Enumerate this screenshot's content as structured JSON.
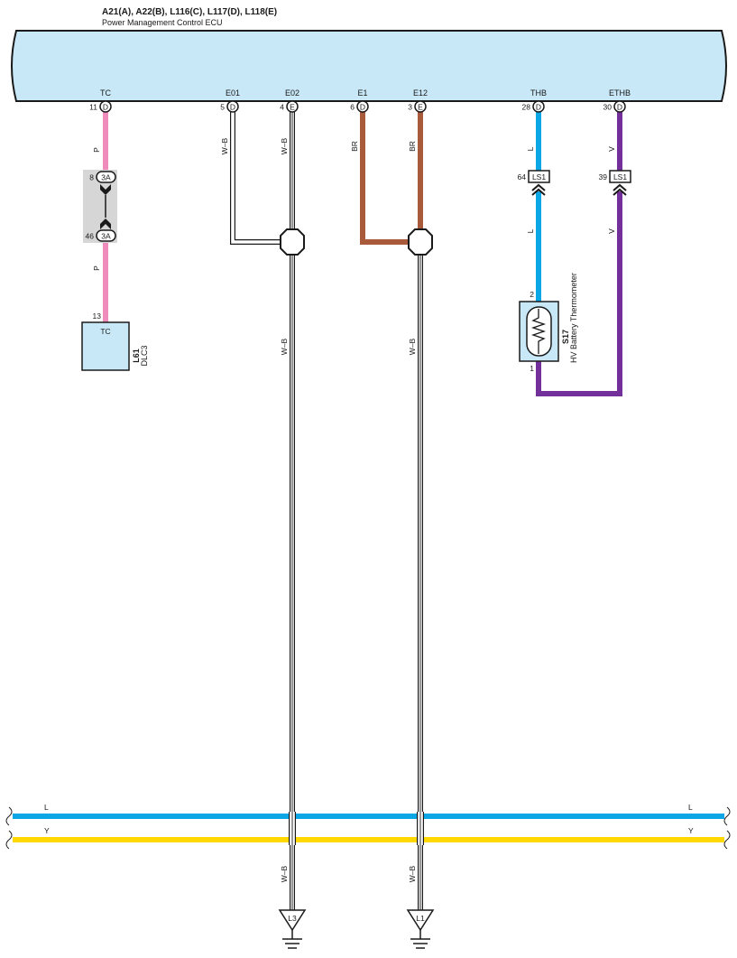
{
  "ecu": {
    "connectors": "A21(A), A22(B), L116(C), L117(D), L118(E)",
    "name": "Power Management Control ECU"
  },
  "pins": {
    "tc": {
      "terminal": "TC",
      "pin": "11",
      "conn": "D"
    },
    "e01": {
      "terminal": "E01",
      "pin": "5",
      "conn": "D"
    },
    "e02": {
      "terminal": "E02",
      "pin": "4",
      "conn": "E"
    },
    "e1": {
      "terminal": "E1",
      "pin": "6",
      "conn": "D"
    },
    "e12": {
      "terminal": "E12",
      "pin": "3",
      "conn": "E"
    },
    "thb": {
      "terminal": "THB",
      "pin": "28",
      "conn": "D"
    },
    "ethb": {
      "terminal": "ETHB",
      "pin": "30",
      "conn": "D"
    }
  },
  "wire_labels": {
    "p": "P",
    "wb": "W–B",
    "br": "BR",
    "l": "L",
    "v": "V",
    "y": "Y"
  },
  "junction_3a": {
    "label": "3A",
    "pin_top": "8",
    "pin_bottom": "46"
  },
  "ls1": {
    "label": "LS1",
    "pin_thb": "64",
    "pin_ethb": "39"
  },
  "dlc3": {
    "id": "L61",
    "name": "DLC3",
    "terminal": "TC",
    "pin": "13"
  },
  "sensor": {
    "id": "S17",
    "name": "HV Battery Thermometer",
    "pin_top": "2",
    "pin_bottom": "1"
  },
  "grounds": {
    "left": "L3",
    "right": "L1"
  },
  "colors": {
    "ecu_fill": "#c8e8f8",
    "pink": "#f08cbc",
    "brown": "#a85a3a",
    "blue": "#0aa6e6",
    "purple": "#73309a",
    "yellow": "#ffd800",
    "gray": "#d6d6d6"
  }
}
